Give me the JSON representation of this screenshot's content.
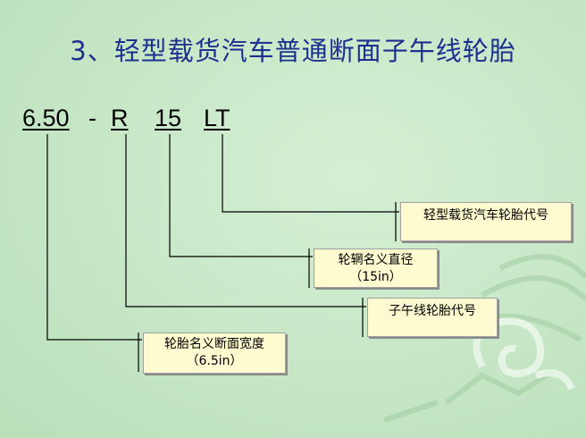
{
  "title": "3、轻型载货汽车普通断面子午线轮胎",
  "code": {
    "width": "6.50",
    "dash": "-",
    "radial": "R",
    "rim": "15",
    "type": "LT"
  },
  "labels": {
    "type_label": "轻型载货汽车轮胎代号",
    "rim_label": "轮辋名义直径",
    "rim_value": "（15in）",
    "radial_label": "子午线轮胎代号",
    "width_label": "轮胎名义断面宽度",
    "width_value": "（6.5in）"
  },
  "colors": {
    "background": "#c5e6c5",
    "title": "#1d2f8f",
    "box_fill": "#fffbd0",
    "line": "#000000"
  }
}
